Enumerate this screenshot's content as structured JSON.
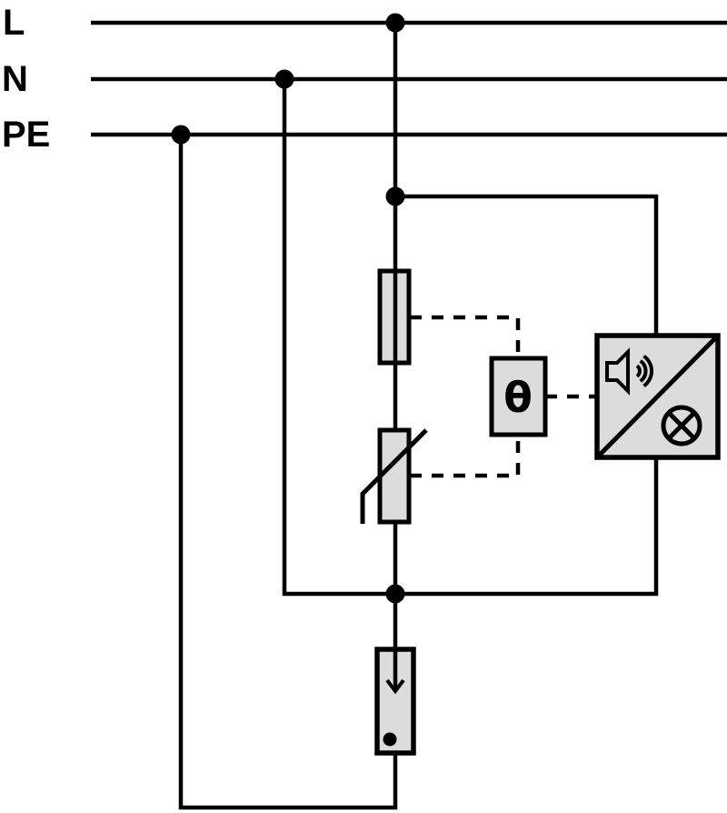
{
  "diagram": {
    "type": "electrical-schematic",
    "description": "Surge protective device wiring diagram between L, N and PE conductors with fuse, varistor, thermal disconnector, acoustic/visual signalling unit and spark gap",
    "colors": {
      "line": "#000000",
      "component_fill": "#dcdcdc",
      "background": "#ffffff"
    },
    "bus_labels": [
      {
        "id": "L",
        "label": "L"
      },
      {
        "id": "N",
        "label": "N"
      },
      {
        "id": "PE",
        "label": "PE"
      }
    ],
    "components": {
      "fuse": {
        "name": "fuse-disconnector"
      },
      "varistor": {
        "name": "varistor"
      },
      "thermal_disconnect": {
        "name": "thermal-disconnect",
        "symbol": "θ"
      },
      "signal_unit": {
        "name": "acoustic-visual-signal-unit",
        "icons": [
          "speaker-icon",
          "lamp-icon"
        ]
      },
      "spark_gap": {
        "name": "spark-gap-arrester"
      }
    }
  }
}
